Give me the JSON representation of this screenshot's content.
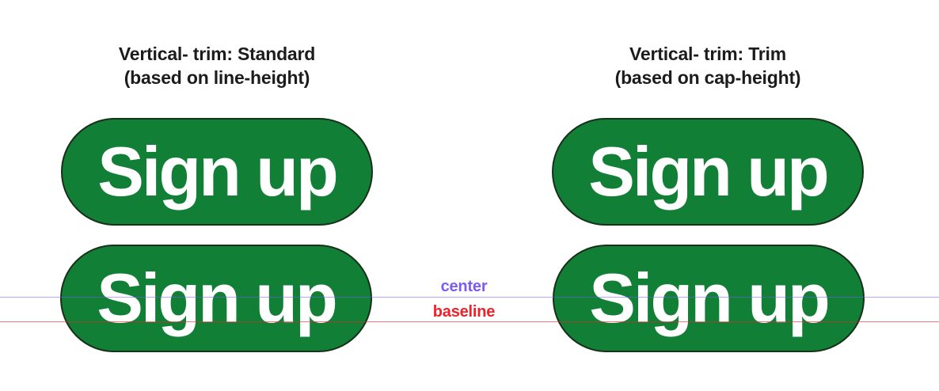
{
  "columns": [
    {
      "id": "standard",
      "title_line1": "Vertical- trim: Standard",
      "title_line2": "(based on line-height)",
      "buttons": [
        {
          "label": "Sign up"
        },
        {
          "label": "Sign up"
        }
      ]
    },
    {
      "id": "trim",
      "title_line1": "Vertical- trim: Trim",
      "title_line2": "(based on cap-height)",
      "buttons": [
        {
          "label": "Sign up"
        },
        {
          "label": "Sign up"
        }
      ]
    }
  ],
  "guides": {
    "center": {
      "label": "center",
      "color": "#7b5cf5"
    },
    "baseline": {
      "label": "baseline",
      "color": "#f02127"
    }
  },
  "colors": {
    "background": "#ffffff",
    "button_fill": "#117f35",
    "button_border": "#173019",
    "button_text": "#ffffff",
    "title_text": "#1c1c1e"
  }
}
